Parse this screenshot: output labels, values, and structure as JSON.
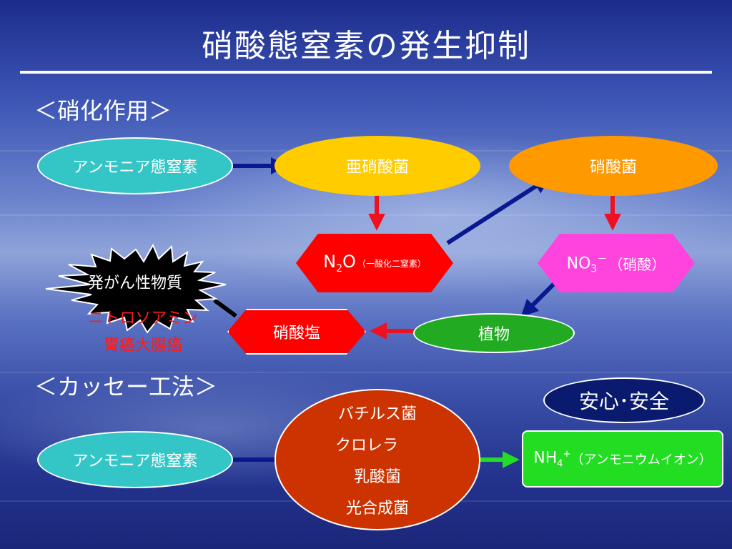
{
  "title": "硝酸態窒素の発生抑制",
  "sections": {
    "nitrification": "＜硝化作用＞",
    "kasse": "＜カッセー工法＞"
  },
  "nitrification": {
    "ammonia": "アンモニア態窒素",
    "nitrite_bacteria": "亜硝酸菌",
    "nitrate_bacteria": "硝酸菌",
    "n2o_main": "N",
    "n2o_sub": "2",
    "n2o_o": "O",
    "n2o_note": "（一酸化二窒素）",
    "no3_main": "NO",
    "no3_sub": "3",
    "no3_sup": "－",
    "no3_note": "（硝酸）",
    "nitrate_salt": "硝酸塩",
    "plant": "植物",
    "carcinogen": "発がん性物質",
    "nitrosamine": "ニトロソアミン",
    "cancer": "胃癌大腸癌"
  },
  "kasse": {
    "ammonia": "アンモニア態窒素",
    "microbes": [
      "バチルス菌",
      "クロレラ",
      "乳酸菌",
      "光合成菌"
    ],
    "nh4_main": "NH",
    "nh4_sub": "4",
    "nh4_sup": "+",
    "nh4_note": "（アンモニウムイオン）",
    "safety": "安心･安全"
  },
  "colors": {
    "cyan": "#34c6c6",
    "yellow": "#ffcc00",
    "orange": "#ff9900",
    "red": "#ff0000",
    "magenta": "#ff44dd",
    "green": "#22aa22",
    "bright_green": "#22dd22",
    "rust": "#cc3300",
    "navy": "#0a1a6e",
    "arrow_blue": "#0a1890",
    "arrow_red": "#ee1122"
  }
}
